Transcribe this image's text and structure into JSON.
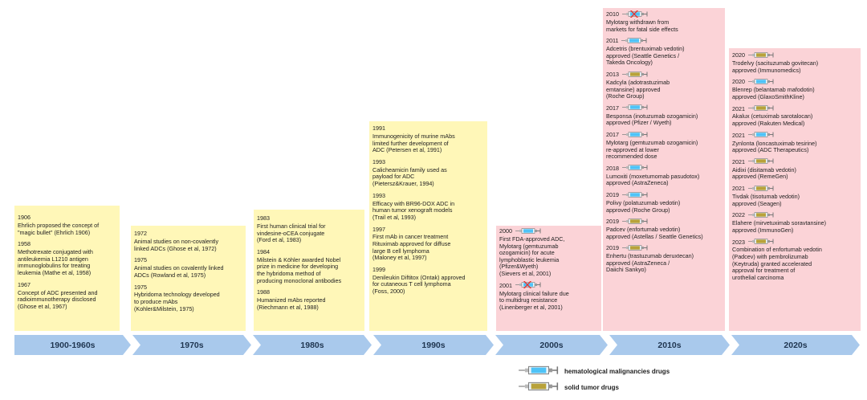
{
  "periods": [
    {
      "label": "1900-1960s"
    },
    {
      "label": "1970s"
    },
    {
      "label": "1980s"
    },
    {
      "label": "1990s"
    },
    {
      "label": "2000s"
    },
    {
      "label": "2010s"
    },
    {
      "label": "2020s"
    }
  ],
  "boxes": {
    "b1900": [
      {
        "year": "1906",
        "text": "Ehrlich proposed the concept of\n\"magic bullet\" (Ehrlich 1906)"
      },
      {
        "year": "1958",
        "text": "Methotrexate conjugated with\nantileukemia L1210 antigen\nimmunoglobulins for treating\nleukemia (Mathe et al, 1958)"
      },
      {
        "year": "1967",
        "text": "Concept of ADC presented and\nradioimmunotherapy disclosed\n(Ghose et al, 1967)"
      }
    ],
    "b1970": [
      {
        "year": "1972",
        "text": "Animal studies on non-covalently\nlinked ADCs (Ghose et al, 1972)"
      },
      {
        "year": "1975",
        "text": "Animal studies on covalently linked\nADCs (Rowland et al, 1975)"
      },
      {
        "year": "1975",
        "text": "Hybridoma technology developed\nto produce mAbs\n(Kohler&Milstein, 1975)"
      }
    ],
    "b1980": [
      {
        "year": "1983",
        "text": "First human clinical trial for\nvindesine-oCEA conjugate\n(Ford et al, 1983)"
      },
      {
        "year": "1984",
        "text": "Milstein & Köhler awarded Nobel\nprize in medicine for developing\nthe hybridoma method of\nproducing monoclonal antibodies"
      },
      {
        "year": "1988",
        "text": "Humanized mAbs reported\n(Riechmann et al, 1988)"
      }
    ],
    "b1990": [
      {
        "year": "1991",
        "text": "Immunogenicity of murine mAbs\nlimited further development of\nADC (Petersen et al, 1991)"
      },
      {
        "year": "1993",
        "text": "Calicheamicin family used as\npayload for ADC\n(Pietersz&Krauer, 1994)"
      },
      {
        "year": "1993",
        "text": "Efficacy with BR96-DOX ADC in\nhuman tumor xenograft models\n(Trail et al, 1993)"
      },
      {
        "year": "1997",
        "text": "First mAb in cancer treatment\nRituximab approved for diffuse\nlarge B cell lymphoma\n(Maloney et al, 1997)"
      },
      {
        "year": "1999",
        "text": "Denileukin Diftitox (Ontak) approved\nfor cutaneous T cell lymphoma\n(Foss, 2000)"
      }
    ],
    "b2000": [
      {
        "year": "2000",
        "icon": "heme",
        "text": "First FDA-approved ADC,\nMylotarg (gemtuzumab\nozogamicin) for acute\nlymphoblastic leukemia\n(Pfizer&Wyeth)\n(Sievers et al, 2001)"
      },
      {
        "year": "2001",
        "icon": "heme-x",
        "text": "Mylotarg clinical failure due\nto multidrug resistance\n(Linenberger et al, 2001)"
      }
    ],
    "b2010": [
      {
        "year": "2010",
        "icon": "heme-x",
        "text": "Mylotarg withdrawn from\nmarkets for fatal side effects"
      },
      {
        "year": "2011",
        "icon": "heme",
        "text": "Adcetris (brentuximab vedotin)\napproved (Seattle Genetics /\nTakeda Oncology)"
      },
      {
        "year": "2013",
        "icon": "solid",
        "text": "Kadcyla (adotrastuzimab\nemtansine) approved\n(Roche Group)"
      },
      {
        "year": "2017",
        "icon": "heme",
        "text": "Besponsa (inotuzumab ozogamicin)\napproved (Pfizer / Wyeth)"
      },
      {
        "year": "2017",
        "icon": "heme",
        "text": "Mylotarg (gemtuzumab ozogamicin)\nre-approved at lower\nrecommended dose"
      },
      {
        "year": "2018",
        "icon": "heme",
        "text": "Lumoxiti (moxetumomab pasudotox)\napproved (AstraZeneca)"
      },
      {
        "year": "2019",
        "icon": "heme",
        "text": "Polivy (polatuzumab vedotin)\napproved (Roche Group)"
      },
      {
        "year": "2019",
        "icon": "solid",
        "text": "Padcev (enfortumab vedotin)\napproved (Astellas / Seattle Genetics)"
      },
      {
        "year": "2019",
        "icon": "solid",
        "text": "Enhertu (trastuzumab deruxtecan)\napproved (AstraZeneca /\nDaiichi Sankyo)"
      }
    ],
    "b2020": [
      {
        "year": "2020",
        "icon": "solid",
        "text": "Trodelvy (sacituzumab govitecan)\napproved (Immunomedics)"
      },
      {
        "year": "2020",
        "icon": "heme",
        "text": "Blenrep (belantamab mafodotin)\napproved (GlaxoSmithKline)"
      },
      {
        "year": "2021",
        "icon": "solid",
        "text": "Akalux (cetuximab sarotalocan)\napproved (Rakuten Medical)"
      },
      {
        "year": "2021",
        "icon": "heme",
        "text": "Zynlonta (loncastuximab tesirine)\napproved (ADC Therapeutics)"
      },
      {
        "year": "2021",
        "icon": "solid",
        "text": "Aidixi (disitamab vedotin)\napproved (RemeGen)"
      },
      {
        "year": "2021",
        "icon": "solid",
        "text": "Tivdak (tisotumab vedotin)\napproved (Seagen)"
      },
      {
        "year": "2022",
        "icon": "solid",
        "text": "Elahere (mirvetuximab soravtansine)\napproved (ImmunoGen)"
      },
      {
        "year": "2023",
        "icon": "solid",
        "text": "Combination of enfortumab vedotin\n(Padcev) with pembrolizumab\n(Keytruda) granted accelerated\napproval for treatment of\nurothelial carcinoma"
      }
    ]
  },
  "legend": {
    "heme_label": "hematological malignancies drugs",
    "solid_label": "solid tumor drugs"
  },
  "colors": {
    "yellow_box": "#fff7b8",
    "pink_box": "#fbd3d7",
    "timeline_arrow": "#a9c9ec",
    "heme_drug": "#4fc3f7",
    "solid_drug": "#b8a23a",
    "cross": "#e53935"
  }
}
